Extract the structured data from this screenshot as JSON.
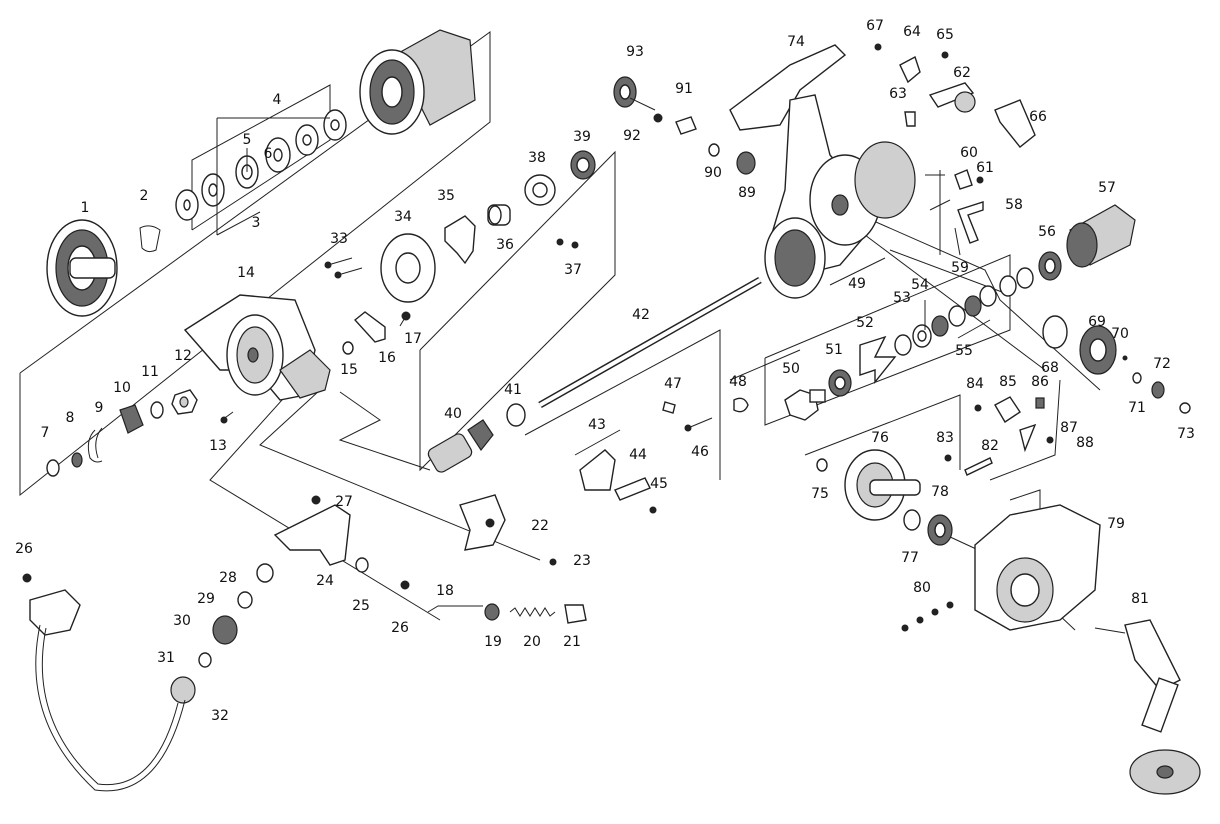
{
  "diagram": {
    "labels": [
      "1",
      "2",
      "3",
      "4",
      "5",
      "6",
      "7",
      "8",
      "9",
      "10",
      "11",
      "12",
      "13",
      "14",
      "15",
      "16",
      "17",
      "18",
      "19",
      "20",
      "21",
      "22",
      "23",
      "24",
      "25",
      "26",
      "26",
      "27",
      "28",
      "29",
      "30",
      "31",
      "32",
      "33",
      "34",
      "35",
      "36",
      "37",
      "38",
      "39",
      "40",
      "41",
      "42",
      "43",
      "44",
      "45",
      "46",
      "47",
      "48",
      "49",
      "50",
      "51",
      "52",
      "53",
      "54",
      "55",
      "56",
      "57",
      "58",
      "59",
      "60",
      "61",
      "62",
      "63",
      "64",
      "65",
      "66",
      "67",
      "68",
      "69",
      "70",
      "71",
      "72",
      "73",
      "74",
      "75",
      "76",
      "77",
      "78",
      "79",
      "80",
      "81",
      "82",
      "83",
      "84",
      "85",
      "86",
      "87",
      "88",
      "89",
      "90",
      "91",
      "92",
      "93"
    ]
  }
}
